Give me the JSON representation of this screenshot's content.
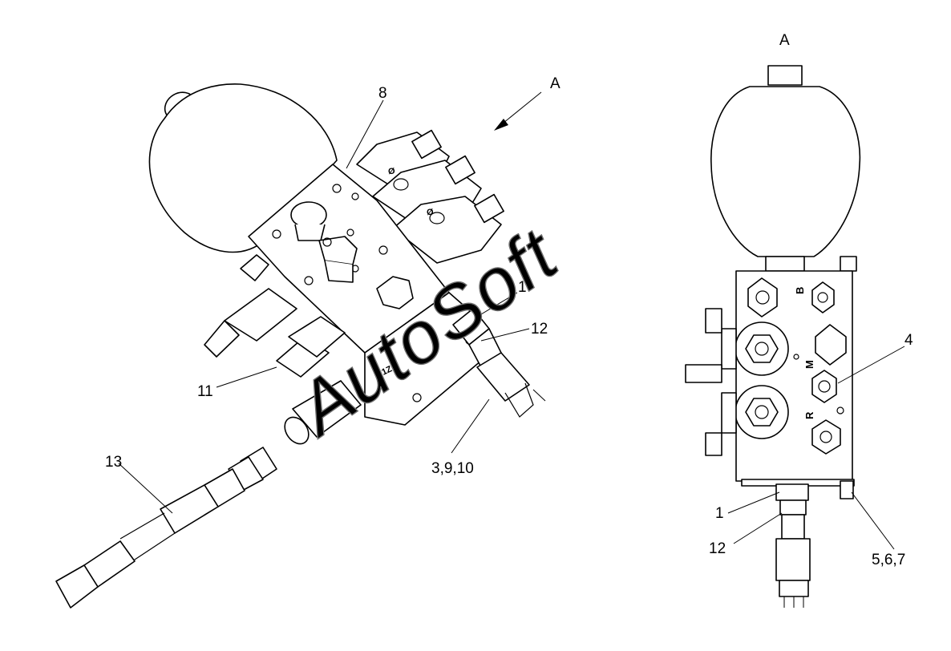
{
  "diagram": {
    "view_arrow_label": "A",
    "view_title": "A",
    "callouts": [
      "8",
      "1",
      "12",
      "11",
      "3,9,10",
      "13",
      "4",
      "1",
      "12",
      "5,6,7"
    ],
    "port_marks": [
      "B",
      "M",
      "R"
    ],
    "part_marks": [
      "1Z"
    ],
    "watermark": "AutoSoft"
  }
}
